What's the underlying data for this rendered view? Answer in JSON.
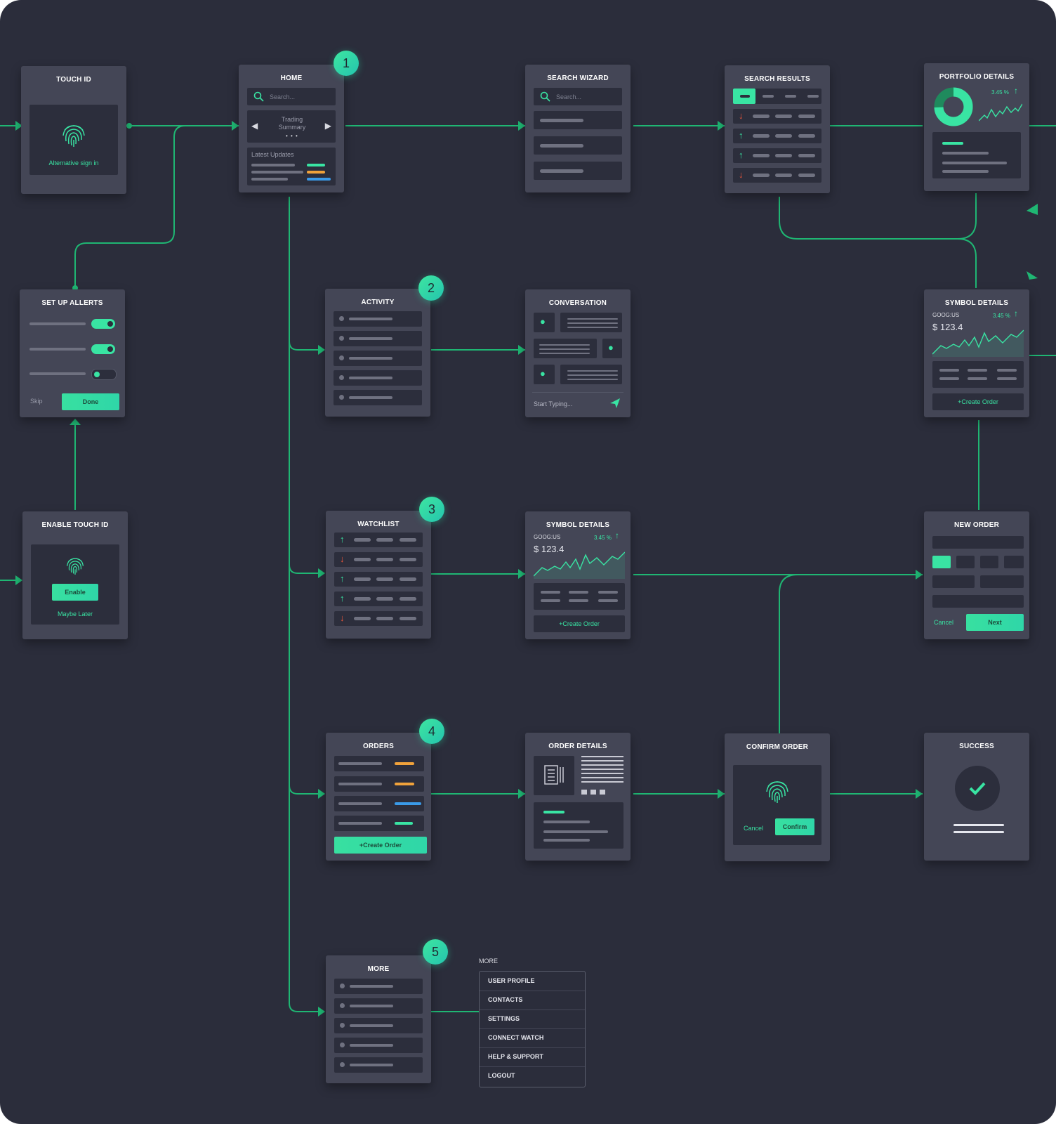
{
  "screens": {
    "touch_id": {
      "title": "TOUCH ID",
      "alt_sign_in": "Alternative sign in"
    },
    "home": {
      "title": "HOME",
      "search_placeholder": "Search...",
      "trading_summary": "Trading Summary",
      "latest_updates": "Latest Updates"
    },
    "search_wizard": {
      "title": "SEARCH WIZARD",
      "search_placeholder": "Search..."
    },
    "search_results": {
      "title": "SEARCH RESULTS"
    },
    "portfolio_details": {
      "title": "PORTFOLIO  DETAILS",
      "change": "3.45 %"
    },
    "set_up_alerts": {
      "title": "SET UP ALLERTS",
      "skip": "Skip",
      "done": "Done"
    },
    "activity": {
      "title": "ACTIVITY"
    },
    "conversation": {
      "title": "CONVERSATION",
      "input_placeholder": "Start Typing..."
    },
    "symbol_details_top": {
      "title": "SYMBOL DETAILS",
      "ticker": "GOOG:US",
      "change": "3.45 %",
      "price": "$ 123.4",
      "create_order": "+Create Order"
    },
    "enable_touch_id": {
      "title": "ENABLE TOUCH ID",
      "enable": "Enable",
      "maybe_later": "Maybe Later"
    },
    "watchlist": {
      "title": "WATCHLIST"
    },
    "symbol_details_mid": {
      "title": "SYMBOL DETAILS",
      "ticker": "GOOG:US",
      "change": "3.45 %",
      "price": "$ 123.4",
      "create_order": "+Create Order"
    },
    "new_order": {
      "title": "NEW ORDER",
      "cancel": "Cancel",
      "next": "Next"
    },
    "orders": {
      "title": "ORDERS",
      "create_order": "+Create Order"
    },
    "order_details": {
      "title": "ORDER DETAILS"
    },
    "confirm_order": {
      "title": "CONFIRM ORDER",
      "cancel": "Cancel",
      "confirm": "Confirm"
    },
    "success": {
      "title": "SUCCESS"
    },
    "more": {
      "title": "MORE"
    }
  },
  "badges": [
    "1",
    "2",
    "3",
    "4",
    "5"
  ],
  "more_menu": {
    "label": "MORE",
    "items": [
      "USER PROFILE",
      "CONTACTS",
      "SETTINGS",
      "CONNECT WATCH",
      "HELP & SUPPORT",
      "LOGOUT"
    ]
  },
  "colors": {
    "background": "#2b2d3b",
    "card": "#444656",
    "accent": "#39e4a3",
    "connector": "#1fb673",
    "down": "#f0573b",
    "orange": "#f0a23b",
    "blue": "#3a9ae8"
  },
  "icons": [
    "fingerprint-icon",
    "search-icon",
    "arrow-left-icon",
    "arrow-right-icon",
    "user-icon",
    "send-icon",
    "arrow-up-icon",
    "arrow-down-icon",
    "document-icon",
    "check-icon",
    "donut-chart-icon"
  ]
}
